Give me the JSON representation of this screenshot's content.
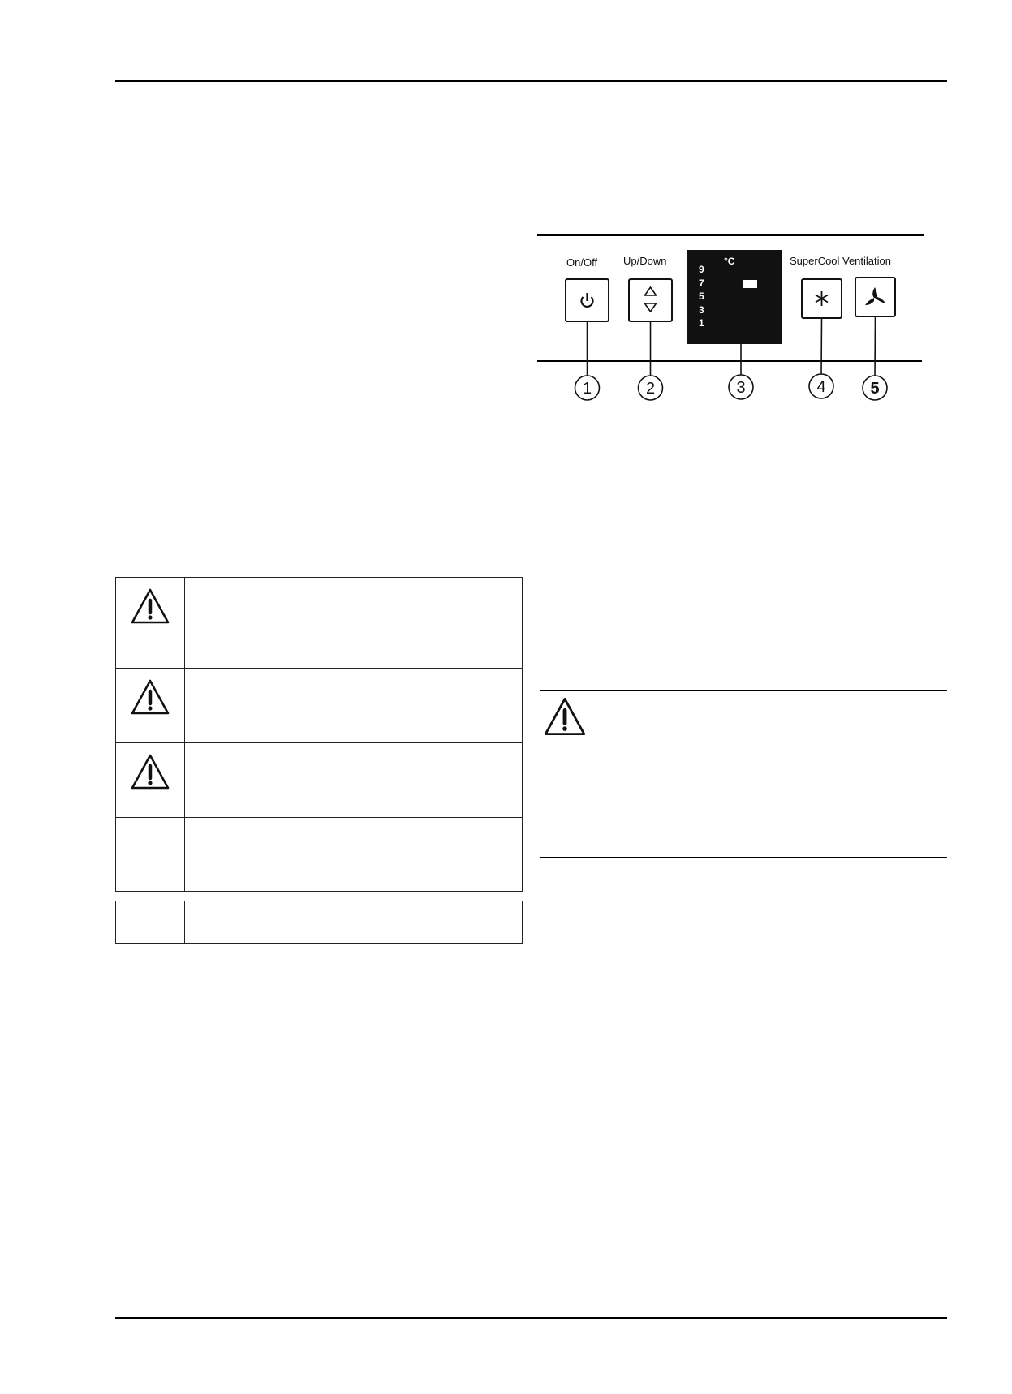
{
  "control_panel": {
    "buttons": [
      {
        "label": "On/Off",
        "icon": "power-icon",
        "callout": "1"
      },
      {
        "label": "Up/Down",
        "icon": "up-down-arrows-icon",
        "callout": "2"
      },
      {
        "label": "SuperCool",
        "icon": "snowflake-icon",
        "callout": "4"
      },
      {
        "label": "Ventilation",
        "icon": "fan-icon",
        "callout": "5"
      }
    ],
    "display": {
      "unit": "°C",
      "scale": [
        "9",
        "7",
        "5",
        "3",
        "1"
      ],
      "callout": "3"
    }
  },
  "hazard_table": {
    "rows": [
      {
        "icon": "warning-triangle-icon"
      },
      {
        "icon": "warning-triangle-icon"
      },
      {
        "icon": "warning-triangle-icon"
      },
      {
        "icon": ""
      }
    ],
    "extra_rows": [
      {
        "icon": ""
      }
    ]
  },
  "caution_box": {
    "icon": "warning-triangle-icon"
  }
}
